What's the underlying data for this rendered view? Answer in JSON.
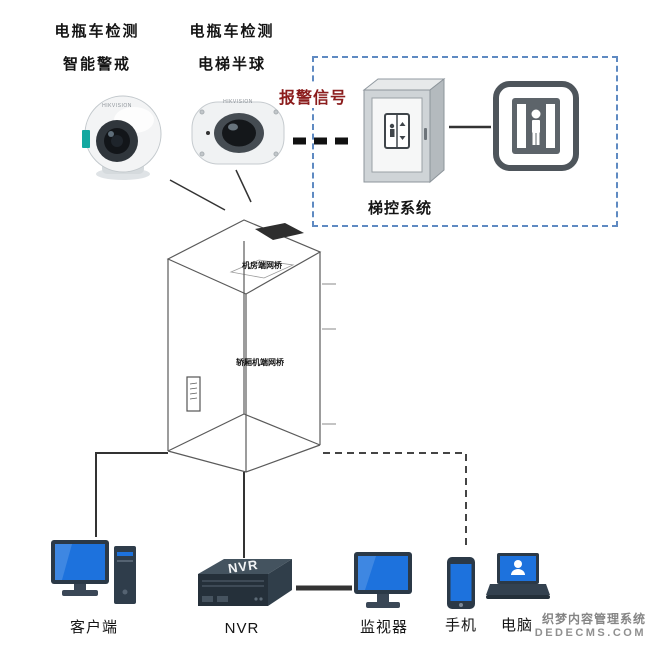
{
  "cameras": [
    {
      "label_line1": "电瓶车检测",
      "label_line2": "智能警戒",
      "brand": "HIKVISION"
    },
    {
      "label_line1": "电瓶车检测",
      "label_line2": "电梯半球",
      "brand": "HIKVISION"
    }
  ],
  "alarm": {
    "label": "报警信号",
    "color": "#8b1c1c"
  },
  "elevator_control": {
    "title": "梯控系统",
    "box_border_color": "#5f8ac2"
  },
  "elevator": {
    "bridge_top": "机房端网桥",
    "bridge_car": "轿厢机端网桥"
  },
  "devices": {
    "client": {
      "label": "客户端"
    },
    "nvr": {
      "label": "NVR",
      "device_text": "NVR"
    },
    "monitor": {
      "label": "监视器"
    },
    "phone": {
      "label": "手机"
    },
    "laptop": {
      "label": "电脑"
    }
  },
  "watermark": {
    "line1": "织梦内容管理系统",
    "line2": "DEDECMS.COM"
  },
  "colors": {
    "screen_blue": "#1d72dd",
    "device_dark": "#2b3947",
    "line": "#333333",
    "alarm_red": "#8b1c1c",
    "dashed_border": "#5f8ac2"
  }
}
